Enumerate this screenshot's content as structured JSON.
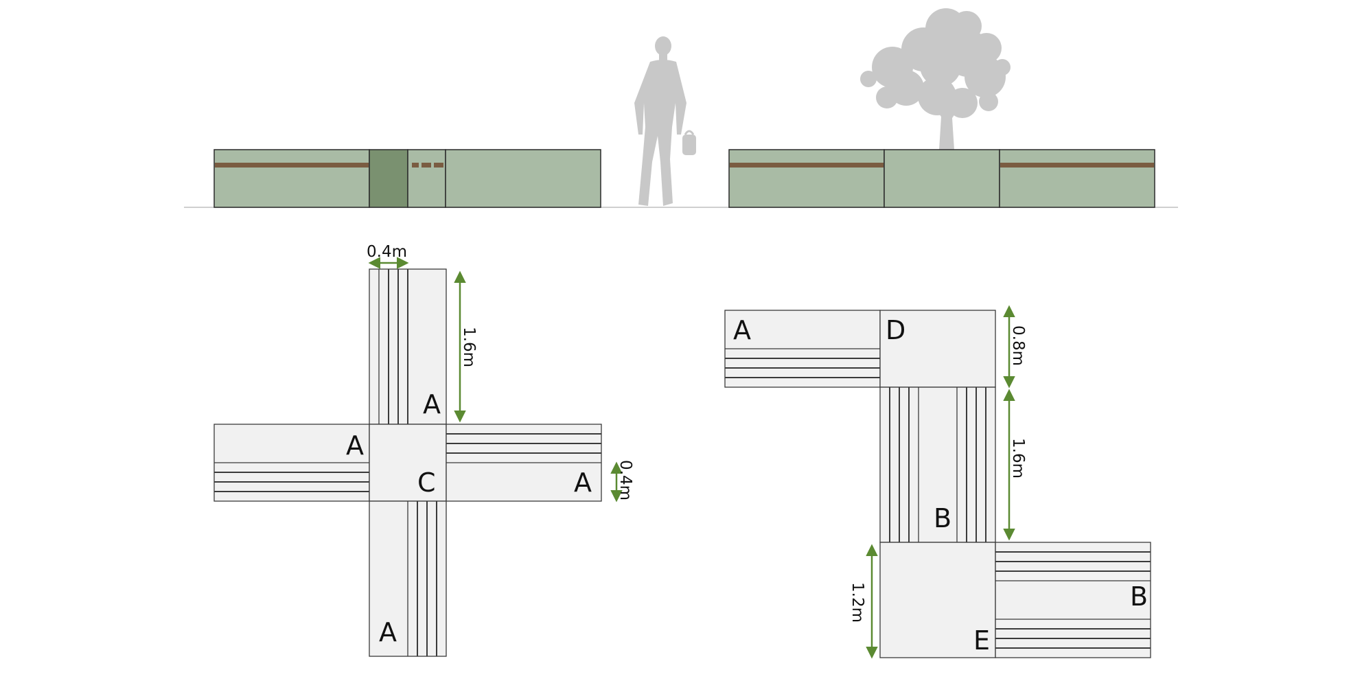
{
  "colors": {
    "planter_fill": "#a9bba5",
    "planter_dark": "#7a9170",
    "planter_stroke": "#2b2b2b",
    "wood_strip": "#7a5c41",
    "plan_fill": "#f1f1f1",
    "plan_stroke": "#3a3a3a",
    "dimension_green": "#5b8a32",
    "silhouette_gray": "#c8c8c8",
    "ground_line": "#cfcfcf"
  },
  "icons": {
    "person": "person-silhouette-icon",
    "tree": "tree-silhouette-icon"
  },
  "plan_left": {
    "labels": {
      "north": "A",
      "west": "A",
      "center": "C",
      "east": "A",
      "south": "A"
    },
    "dimensions": {
      "width_top": "0.4m",
      "length_north": "1.6m",
      "width_east": "0.4m"
    }
  },
  "plan_right": {
    "labels": {
      "top_left": "A",
      "corner_top": "D",
      "vertical": "B",
      "horizontal": "B",
      "corner_bottom": "E"
    },
    "dimensions": {
      "corner_height": "0.8m",
      "vertical_length": "1.6m",
      "corner_bottom_height": "1.2m"
    }
  }
}
